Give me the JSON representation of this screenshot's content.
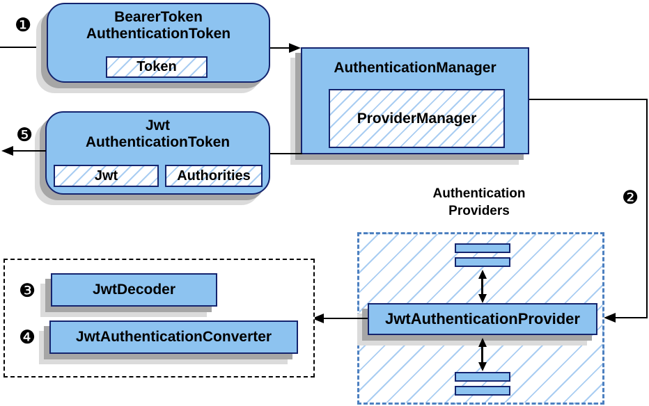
{
  "labels": {
    "bearer_line1": "BearerToken",
    "bearer_line2": "AuthenticationToken",
    "token_chip": "Token",
    "auth_manager": "AuthenticationManager",
    "provider_manager": "ProviderManager",
    "jwt_line1": "Jwt",
    "jwt_line2": "AuthenticationToken",
    "jwt_chip": "Jwt",
    "authorities_chip": "Authorities",
    "providers_title_line1": "Authentication",
    "providers_title_line2": "Providers",
    "jwt_auth_provider": "JwtAuthenticationProvider",
    "jwt_decoder": "JwtDecoder",
    "jwt_auth_converter": "JwtAuthenticationConverter"
  },
  "steps": {
    "step1": "❶",
    "step2": "❷",
    "step3": "❸",
    "step4": "❹",
    "step5": "❺"
  },
  "colors": {
    "box_fill": "#8dc3f0",
    "box_border": "#14246e",
    "hatch_line": "#a9cdf2",
    "dashed_group_border": "#4d80c0",
    "shadow_dark": "#a6a6a6",
    "shadow_light": "#dbdbdb",
    "connector": "#000000"
  }
}
